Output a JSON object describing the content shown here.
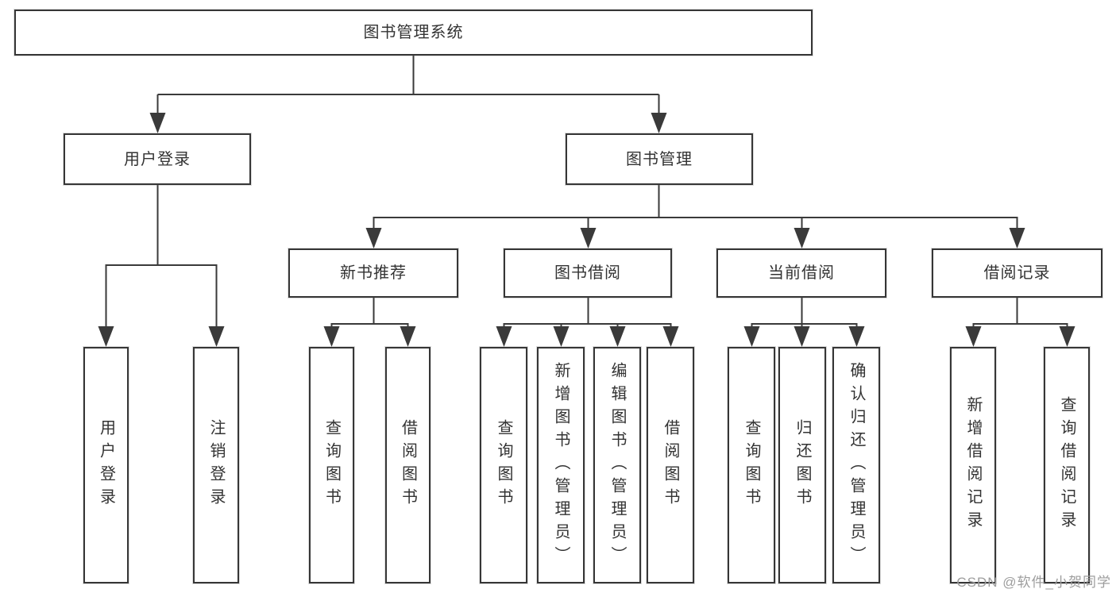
{
  "diagram": {
    "root": "图书管理系统",
    "user_login": "用户登录",
    "book_mgmt": "图书管理",
    "level3": [
      "新书推荐",
      "图书借阅",
      "当前借阅",
      "借阅记录"
    ],
    "user_login_children": [
      "用户登录",
      "注销登录"
    ],
    "new_book_children": [
      "查询图书",
      "借阅图书"
    ],
    "borrow_children": [
      "查询图书",
      "新增图书（管理员）",
      "编辑图书（管理员）",
      "借阅图书"
    ],
    "current_children": [
      "查询图书",
      "归还图书",
      "确认归还（管理员）"
    ],
    "record_children": [
      "新增借阅记录",
      "查询借阅记录"
    ]
  },
  "watermark": "CSDN @软件_小贺同学",
  "colors": {
    "line": "#3a3a3a",
    "border": "#363636",
    "text": "#333333",
    "watermark": "#9d9d9d",
    "background": "#ffffff"
  }
}
